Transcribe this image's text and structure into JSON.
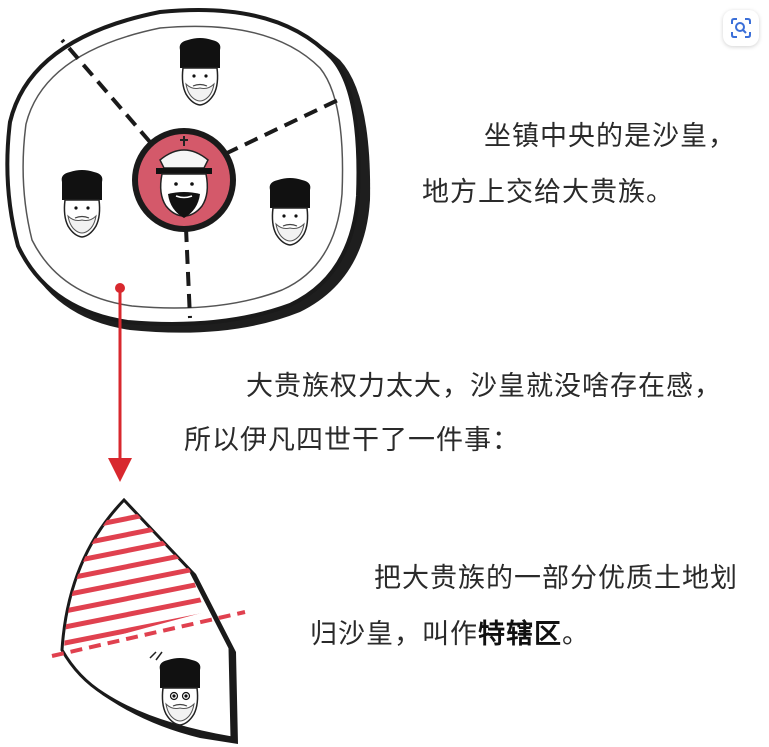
{
  "captions": {
    "line1": "坐镇中央的是沙皇，",
    "line2": "地方上交给大贵族。",
    "line3": "大贵族权力太大，沙皇就没啥存在感，",
    "line4": "所以伊凡四世干了一件事：",
    "line5": "把大贵族的一部分优质土地划",
    "line6_prefix": "归沙皇，叫作",
    "line6_bold": "特辖区",
    "line6_suffix": "。"
  },
  "colors": {
    "tsar_circle": "#d4596a",
    "arrow": "#d8282e",
    "hatch": "#e0414f",
    "outline": "#1a1a1a"
  },
  "icons": {
    "scan_button": "scan-lens-icon"
  }
}
